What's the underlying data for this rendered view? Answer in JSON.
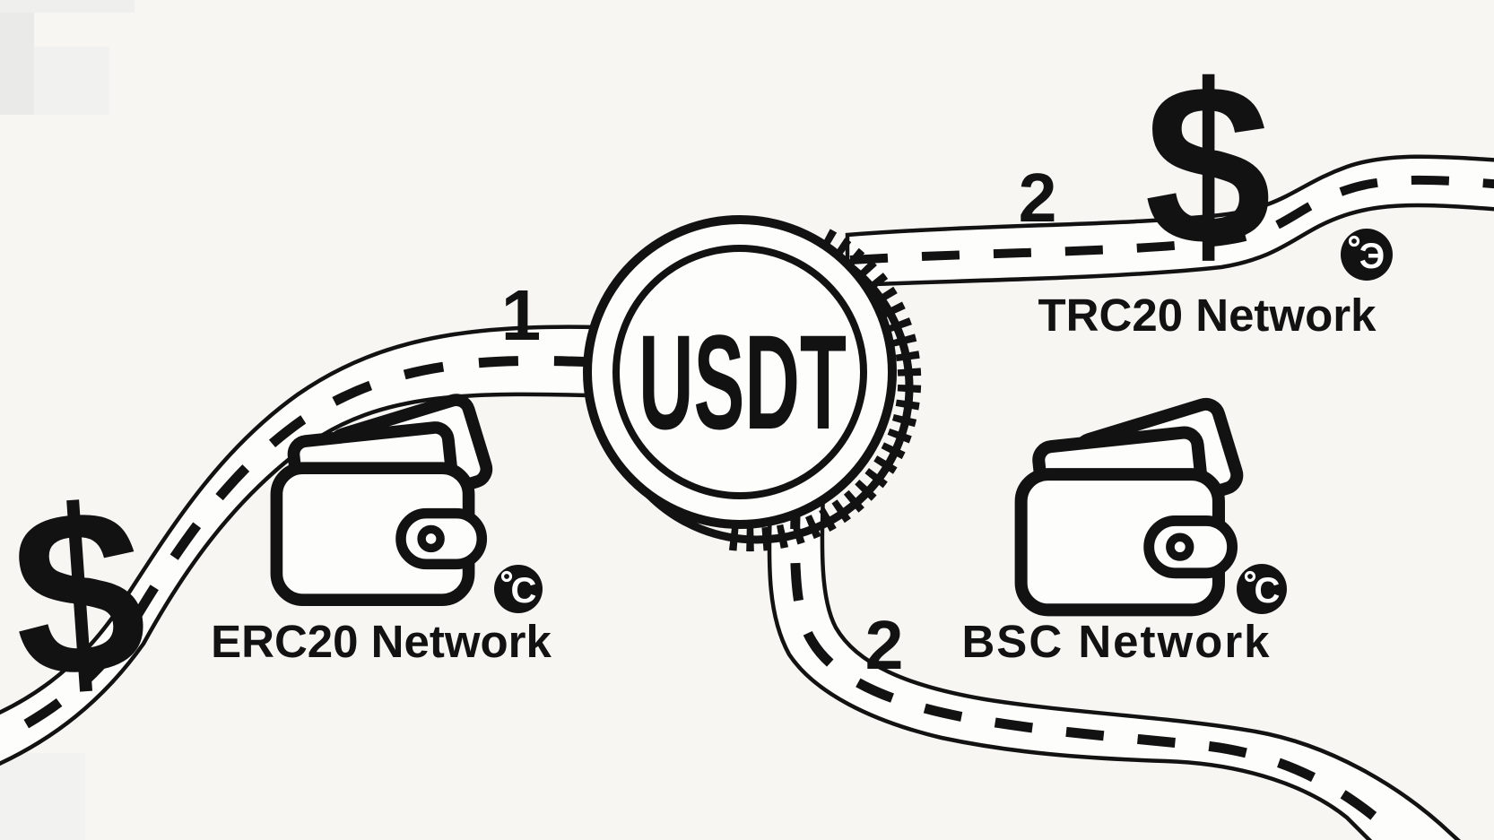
{
  "colors": {
    "ink": "#121212",
    "background": "#f7f6f3",
    "road_fill": "#fdfdfc",
    "badge_background": "#121212",
    "badge_text": "#ffffff"
  },
  "coin": {
    "symbol": "USDT"
  },
  "decorations": {
    "dollar_sign_left": "$",
    "dollar_sign_right": "$"
  },
  "routes": [
    {
      "id": "erc20",
      "step_number": "1",
      "network_label": "ERC20 Network",
      "badge": "°C",
      "badge_letter": "C"
    },
    {
      "id": "trc20",
      "step_number": "2",
      "network_label": "TRC20 Network",
      "badge": "°Э",
      "badge_letter": "Э"
    },
    {
      "id": "bsc",
      "step_number": "2",
      "network_label": "BSC Network",
      "badge": "°C",
      "badge_letter": "C"
    }
  ]
}
